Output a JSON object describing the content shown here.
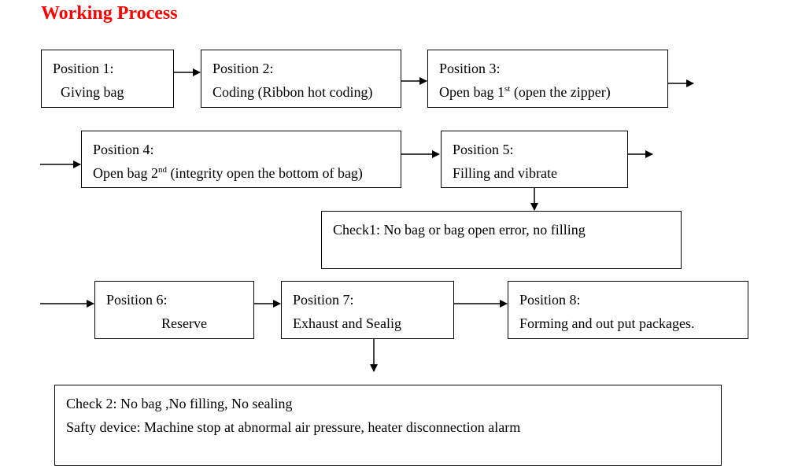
{
  "title": "Working Process",
  "positions": [
    {
      "label": "Position 1:",
      "text": "Giving bag"
    },
    {
      "label": "Position 2:",
      "text": "Coding (Ribbon hot coding)"
    },
    {
      "label": "Position 3:",
      "text_pre": "Open bag 1",
      "text_sup": "st",
      "text_post": " (open the zipper)"
    },
    {
      "label": "Position 4:",
      "text_pre": "Open bag 2",
      "text_sup": "nd",
      "text_post": " (integrity open the bottom of bag)"
    },
    {
      "label": "Position 5:",
      "text": "Filling and vibrate"
    },
    {
      "label": "Position 6:",
      "text": "Reserve"
    },
    {
      "label": "Position 7:",
      "text": "Exhaust and Sealig"
    },
    {
      "label": "Position 8:",
      "text": "Forming and out put packages."
    }
  ],
  "check1": "Check1: No bag or bag open error, no filling",
  "check2": {
    "line1": "Check 2: No bag ,No filling, No sealing",
    "line2": "Safty device: Machine stop at abnormal air pressure, heater disconnection alarm"
  }
}
